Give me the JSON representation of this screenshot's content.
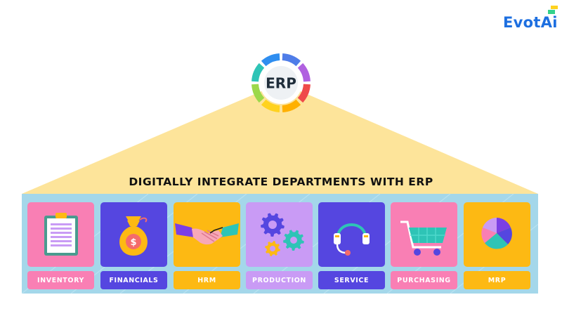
{
  "brand": {
    "name": "EvotAi"
  },
  "hub": {
    "label": "ERP"
  },
  "headline": "DIGITALLY INTEGRATE DEPARTMENTS WITH ERP",
  "departments": [
    {
      "label": "INVENTORY",
      "icon": "clipboard-icon",
      "tile_color": "#f97fb4",
      "label_color": "#f97fb4"
    },
    {
      "label": "FINANCIALS",
      "icon": "money-bag-icon",
      "tile_color": "#5546e0",
      "label_color": "#5546e0"
    },
    {
      "label": "HRM",
      "icon": "handshake-icon",
      "tile_color": "#fdb913",
      "label_color": "#fdb913"
    },
    {
      "label": "PRODUCTION",
      "icon": "gears-icon",
      "tile_color": "#c99bf5",
      "label_color": "#c99bf5"
    },
    {
      "label": "SERVICE",
      "icon": "headset-icon",
      "tile_color": "#5546e0",
      "label_color": "#5546e0"
    },
    {
      "label": "PURCHASING",
      "icon": "shopping-cart-icon",
      "tile_color": "#f97fb4",
      "label_color": "#f97fb4"
    },
    {
      "label": "MRP",
      "icon": "pie-chart-icon",
      "tile_color": "#fdb913",
      "label_color": "#fdb913"
    }
  ],
  "colors": {
    "roof": "#fde49a",
    "board": "#a4d7ea",
    "brand": "#1d6fe0",
    "ring": [
      "#4f7de8",
      "#b061e0",
      "#ef4a4a",
      "#ffb000",
      "#ffd21f",
      "#9cd84a",
      "#2ec4b6",
      "#2f8ef0"
    ]
  }
}
